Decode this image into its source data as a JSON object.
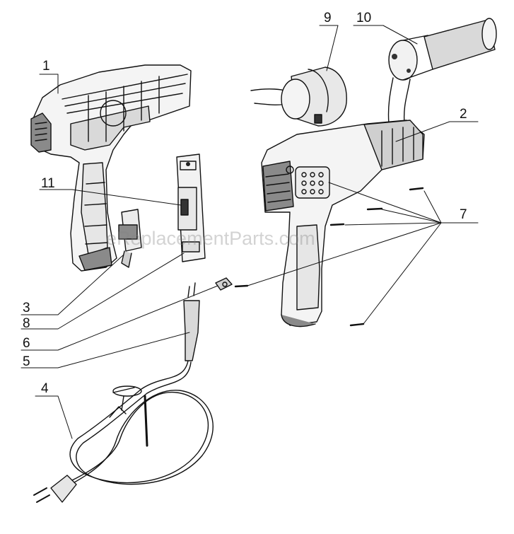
{
  "callouts": {
    "c1": "1",
    "c2": "2",
    "c3": "3",
    "c4": "4",
    "c5": "5",
    "c6": "6",
    "c7": "7",
    "c8": "8",
    "c9": "9",
    "c10": "10",
    "c11": "11"
  },
  "watermark": "eReplacementParts.com",
  "colors": {
    "line": "#111111",
    "body_fill": "#f4f4f4",
    "shade": "#9a9a9a"
  }
}
